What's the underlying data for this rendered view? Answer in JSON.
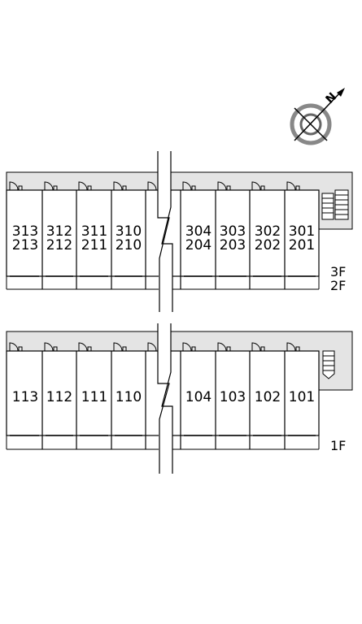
{
  "compass": {
    "label": "N",
    "icon": "north-compass-icon"
  },
  "upper_block": {
    "floor_label_top": "3F",
    "floor_label_bottom": "2F",
    "rooms_left": [
      {
        "top": "313",
        "bottom": "213"
      },
      {
        "top": "312",
        "bottom": "212"
      },
      {
        "top": "311",
        "bottom": "211"
      },
      {
        "top": "310",
        "bottom": "210"
      }
    ],
    "rooms_right": [
      {
        "top": "304",
        "bottom": "204"
      },
      {
        "top": "303",
        "bottom": "203"
      },
      {
        "top": "302",
        "bottom": "202"
      },
      {
        "top": "301",
        "bottom": "201"
      }
    ]
  },
  "lower_block": {
    "floor_label": "1F",
    "rooms_left": [
      "113",
      "112",
      "111",
      "110"
    ],
    "rooms_right": [
      "104",
      "103",
      "102",
      "101"
    ]
  },
  "colors": {
    "corridor": "#e4e4e4",
    "line": "#000000",
    "background": "#ffffff"
  }
}
